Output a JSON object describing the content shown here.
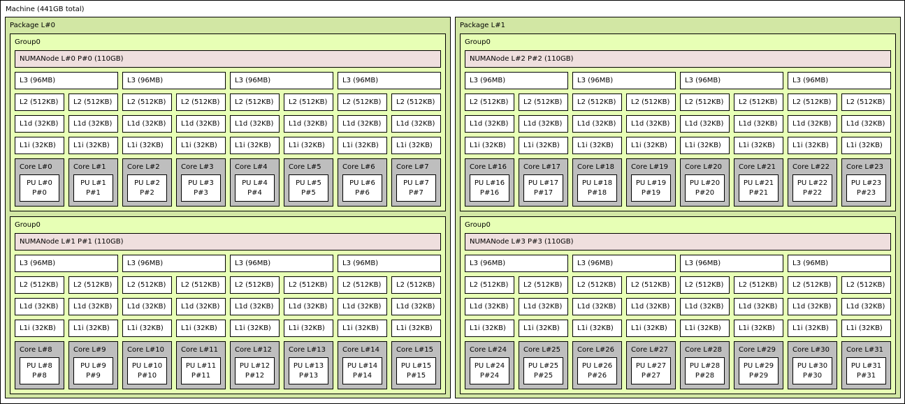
{
  "machine": {
    "label": "Machine (441GB total)"
  },
  "packages": [
    {
      "label": "Package L#0",
      "groups": [
        {
          "label": "Group0",
          "numa": "NUMANode L#0 P#0 (110GB)",
          "l3": [
            "L3 (96MB)",
            "L3 (96MB)",
            "L3 (96MB)",
            "L3 (96MB)"
          ],
          "l2": [
            "L2 (512KB)",
            "L2 (512KB)",
            "L2 (512KB)",
            "L2 (512KB)",
            "L2 (512KB)",
            "L2 (512KB)",
            "L2 (512KB)",
            "L2 (512KB)"
          ],
          "l1d": [
            "L1d (32KB)",
            "L1d (32KB)",
            "L1d (32KB)",
            "L1d (32KB)",
            "L1d (32KB)",
            "L1d (32KB)",
            "L1d (32KB)",
            "L1d (32KB)"
          ],
          "l1i": [
            "L1i (32KB)",
            "L1i (32KB)",
            "L1i (32KB)",
            "L1i (32KB)",
            "L1i (32KB)",
            "L1i (32KB)",
            "L1i (32KB)",
            "L1i (32KB)"
          ],
          "cores": [
            {
              "label": "Core L#0",
              "pu1": "PU L#0",
              "pu2": "P#0"
            },
            {
              "label": "Core L#1",
              "pu1": "PU L#1",
              "pu2": "P#1"
            },
            {
              "label": "Core L#2",
              "pu1": "PU L#2",
              "pu2": "P#2"
            },
            {
              "label": "Core L#3",
              "pu1": "PU L#3",
              "pu2": "P#3"
            },
            {
              "label": "Core L#4",
              "pu1": "PU L#4",
              "pu2": "P#4"
            },
            {
              "label": "Core L#5",
              "pu1": "PU L#5",
              "pu2": "P#5"
            },
            {
              "label": "Core L#6",
              "pu1": "PU L#6",
              "pu2": "P#6"
            },
            {
              "label": "Core L#7",
              "pu1": "PU L#7",
              "pu2": "P#7"
            }
          ]
        },
        {
          "label": "Group0",
          "numa": "NUMANode L#1 P#1 (110GB)",
          "l3": [
            "L3 (96MB)",
            "L3 (96MB)",
            "L3 (96MB)",
            "L3 (96MB)"
          ],
          "l2": [
            "L2 (512KB)",
            "L2 (512KB)",
            "L2 (512KB)",
            "L2 (512KB)",
            "L2 (512KB)",
            "L2 (512KB)",
            "L2 (512KB)",
            "L2 (512KB)"
          ],
          "l1d": [
            "L1d (32KB)",
            "L1d (32KB)",
            "L1d (32KB)",
            "L1d (32KB)",
            "L1d (32KB)",
            "L1d (32KB)",
            "L1d (32KB)",
            "L1d (32KB)"
          ],
          "l1i": [
            "L1i (32KB)",
            "L1i (32KB)",
            "L1i (32KB)",
            "L1i (32KB)",
            "L1i (32KB)",
            "L1i (32KB)",
            "L1i (32KB)",
            "L1i (32KB)"
          ],
          "cores": [
            {
              "label": "Core L#8",
              "pu1": "PU L#8",
              "pu2": "P#8"
            },
            {
              "label": "Core L#9",
              "pu1": "PU L#9",
              "pu2": "P#9"
            },
            {
              "label": "Core L#10",
              "pu1": "PU L#10",
              "pu2": "P#10"
            },
            {
              "label": "Core L#11",
              "pu1": "PU L#11",
              "pu2": "P#11"
            },
            {
              "label": "Core L#12",
              "pu1": "PU L#12",
              "pu2": "P#12"
            },
            {
              "label": "Core L#13",
              "pu1": "PU L#13",
              "pu2": "P#13"
            },
            {
              "label": "Core L#14",
              "pu1": "PU L#14",
              "pu2": "P#14"
            },
            {
              "label": "Core L#15",
              "pu1": "PU L#15",
              "pu2": "P#15"
            }
          ]
        }
      ]
    },
    {
      "label": "Package L#1",
      "groups": [
        {
          "label": "Group0",
          "numa": "NUMANode L#2 P#2 (110GB)",
          "l3": [
            "L3 (96MB)",
            "L3 (96MB)",
            "L3 (96MB)",
            "L3 (96MB)"
          ],
          "l2": [
            "L2 (512KB)",
            "L2 (512KB)",
            "L2 (512KB)",
            "L2 (512KB)",
            "L2 (512KB)",
            "L2 (512KB)",
            "L2 (512KB)",
            "L2 (512KB)"
          ],
          "l1d": [
            "L1d (32KB)",
            "L1d (32KB)",
            "L1d (32KB)",
            "L1d (32KB)",
            "L1d (32KB)",
            "L1d (32KB)",
            "L1d (32KB)",
            "L1d (32KB)"
          ],
          "l1i": [
            "L1i (32KB)",
            "L1i (32KB)",
            "L1i (32KB)",
            "L1i (32KB)",
            "L1i (32KB)",
            "L1i (32KB)",
            "L1i (32KB)",
            "L1i (32KB)"
          ],
          "cores": [
            {
              "label": "Core L#16",
              "pu1": "PU L#16",
              "pu2": "P#16"
            },
            {
              "label": "Core L#17",
              "pu1": "PU L#17",
              "pu2": "P#17"
            },
            {
              "label": "Core L#18",
              "pu1": "PU L#18",
              "pu2": "P#18"
            },
            {
              "label": "Core L#19",
              "pu1": "PU L#19",
              "pu2": "P#19"
            },
            {
              "label": "Core L#20",
              "pu1": "PU L#20",
              "pu2": "P#20"
            },
            {
              "label": "Core L#21",
              "pu1": "PU L#21",
              "pu2": "P#21"
            },
            {
              "label": "Core L#22",
              "pu1": "PU L#22",
              "pu2": "P#22"
            },
            {
              "label": "Core L#23",
              "pu1": "PU L#23",
              "pu2": "P#23"
            }
          ]
        },
        {
          "label": "Group0",
          "numa": "NUMANode L#3 P#3 (110GB)",
          "l3": [
            "L3 (96MB)",
            "L3 (96MB)",
            "L3 (96MB)",
            "L3 (96MB)"
          ],
          "l2": [
            "L2 (512KB)",
            "L2 (512KB)",
            "L2 (512KB)",
            "L2 (512KB)",
            "L2 (512KB)",
            "L2 (512KB)",
            "L2 (512KB)",
            "L2 (512KB)"
          ],
          "l1d": [
            "L1d (32KB)",
            "L1d (32KB)",
            "L1d (32KB)",
            "L1d (32KB)",
            "L1d (32KB)",
            "L1d (32KB)",
            "L1d (32KB)",
            "L1d (32KB)"
          ],
          "l1i": [
            "L1i (32KB)",
            "L1i (32KB)",
            "L1i (32KB)",
            "L1i (32KB)",
            "L1i (32KB)",
            "L1i (32KB)",
            "L1i (32KB)",
            "L1i (32KB)"
          ],
          "cores": [
            {
              "label": "Core L#24",
              "pu1": "PU L#24",
              "pu2": "P#24"
            },
            {
              "label": "Core L#25",
              "pu1": "PU L#25",
              "pu2": "P#25"
            },
            {
              "label": "Core L#26",
              "pu1": "PU L#26",
              "pu2": "P#26"
            },
            {
              "label": "Core L#27",
              "pu1": "PU L#27",
              "pu2": "P#27"
            },
            {
              "label": "Core L#28",
              "pu1": "PU L#28",
              "pu2": "P#28"
            },
            {
              "label": "Core L#29",
              "pu1": "PU L#29",
              "pu2": "P#29"
            },
            {
              "label": "Core L#30",
              "pu1": "PU L#30",
              "pu2": "P#30"
            },
            {
              "label": "Core L#31",
              "pu1": "PU L#31",
              "pu2": "P#31"
            }
          ]
        }
      ]
    }
  ]
}
